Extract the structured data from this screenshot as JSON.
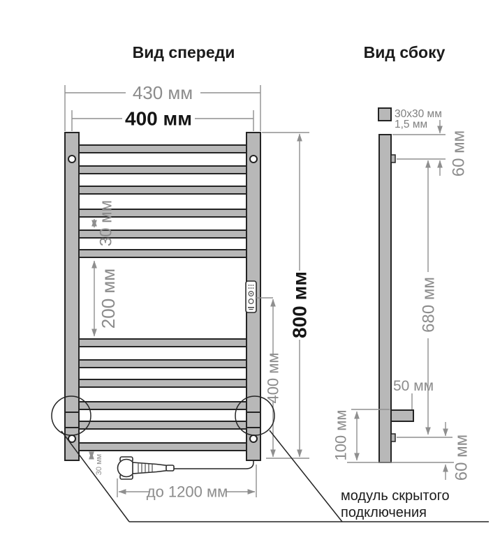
{
  "front_view": {
    "title": "Вид спереди",
    "overall_width": "430 мм",
    "mount_width": "400 мм",
    "overall_height": "800 мм",
    "bar_gap": "30 мм",
    "middle_gap": "200 мм",
    "controller_height": "400 мм",
    "bottom_bar_offset": "30 мм",
    "cable_length": "до 1200 мм"
  },
  "side_view": {
    "title": "Вид сбоку",
    "profile_size": "30x30 мм",
    "profile_thickness": "1,5 мм",
    "top_bracket_offset": "60 мм",
    "bracket_spacing": "680 мм",
    "module_depth": "50 мм",
    "module_height": "100 мм",
    "bottom_bracket_offset": "60 мм"
  },
  "callout": {
    "line1": "модуль скрытого",
    "line2": "подключения"
  },
  "colors": {
    "metal_fill": "#b8b8b8",
    "outline": "#242424",
    "dimension_gray": "#8f8f8f",
    "text_gray": "#8c8c8c",
    "text_dark": "#1b1b1b",
    "background": "#ffffff"
  }
}
